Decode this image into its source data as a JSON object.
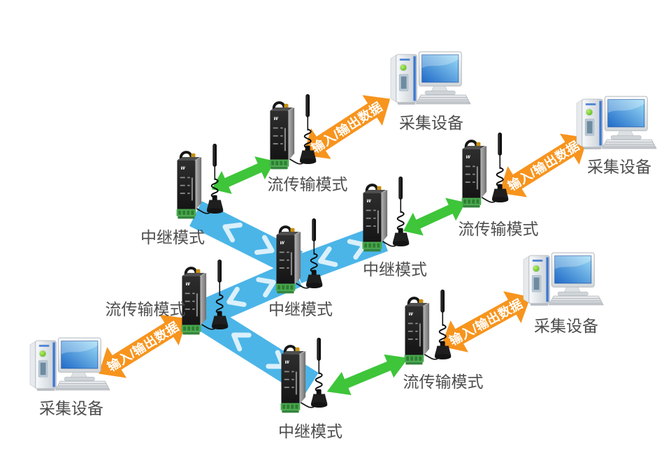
{
  "diagram": {
    "type": "network-topology",
    "colors": {
      "relay_link_blue": "#4bb5e8",
      "wireless_link_green": "#3ec53a",
      "io_arrow_orange": "#f7941d",
      "label_text_gray": "#4d4d4d"
    },
    "nodes": [
      {
        "id": "relay-upper-left",
        "label": "中继模式"
      },
      {
        "id": "stream-top",
        "label": "流传输模式"
      },
      {
        "id": "stream-right",
        "label": "流传输模式"
      },
      {
        "id": "relay-right",
        "label": "中继模式"
      },
      {
        "id": "relay-center",
        "label": "中继模式"
      },
      {
        "id": "stream-left",
        "label": "流传输模式"
      },
      {
        "id": "relay-bottom",
        "label": "中继模式"
      },
      {
        "id": "stream-bottom-right",
        "label": "流传输模式"
      }
    ],
    "computers": [
      {
        "id": "collector-top",
        "label": "采集设备"
      },
      {
        "id": "collector-upper-right",
        "label": "采集设备"
      },
      {
        "id": "collector-mid-right",
        "label": "采集设备"
      },
      {
        "id": "collector-bottom-left",
        "label": "采集设备"
      }
    ],
    "io_arrows": [
      {
        "id": "io-top",
        "label": "输入/输出数据"
      },
      {
        "id": "io-upper-right",
        "label": "输入/输出数据"
      },
      {
        "id": "io-mid-right",
        "label": "输入/输出数据"
      },
      {
        "id": "io-bottom-left",
        "label": "输入/输出数据"
      }
    ]
  }
}
